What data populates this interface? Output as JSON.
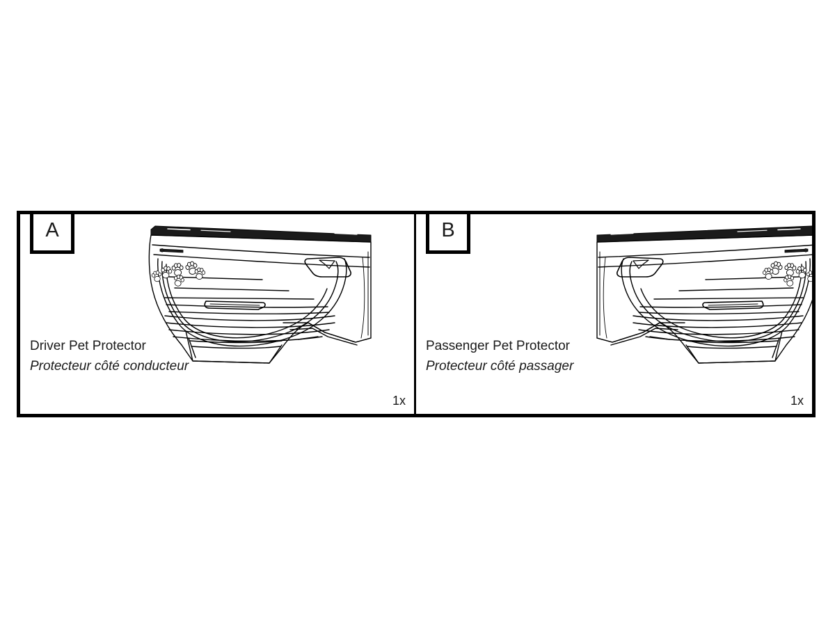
{
  "document": {
    "type": "parts-identification-diagram",
    "background_color": "#ffffff",
    "line_color": "#000000"
  },
  "parts": [
    {
      "letter": "A",
      "name_en": "Driver Pet Protector",
      "name_fr": "Protecteur côté conducteur",
      "quantity": "1x",
      "illustration": "vehicle-rear-door-trim-panel-with-paw-print-graphic",
      "orientation": "driver-side"
    },
    {
      "letter": "B",
      "name_en": "Passenger Pet Protector",
      "name_fr": "Protecteur côté passager",
      "quantity": "1x",
      "illustration": "vehicle-rear-door-trim-panel-with-paw-print-graphic",
      "orientation": "passenger-side-mirrored"
    }
  ]
}
